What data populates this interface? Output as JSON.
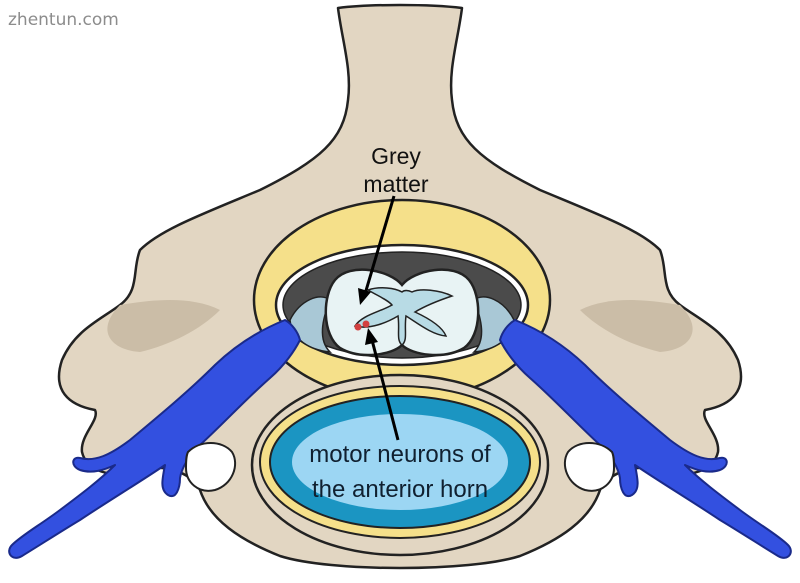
{
  "watermark": "zhentun.com",
  "labels": {
    "grey_matter": [
      "Grey",
      "matter"
    ],
    "motor_neurons": [
      "motor neurons of",
      "the anterior horn"
    ]
  },
  "colors": {
    "bone": "#e2d6c2",
    "bone_shadow": "#cbbda7",
    "fat_yellow": "#f5e08a",
    "nerve_blue": "#3350e0",
    "disc_teal": "#1b95c2",
    "disc_core": "#9cd6f3",
    "grey_matter": "#b8dbe5",
    "cord_white": "#e8f3f4",
    "csf_dark": "#4b4b4b",
    "neuron_red": "#d34040",
    "outline": "#222222"
  }
}
